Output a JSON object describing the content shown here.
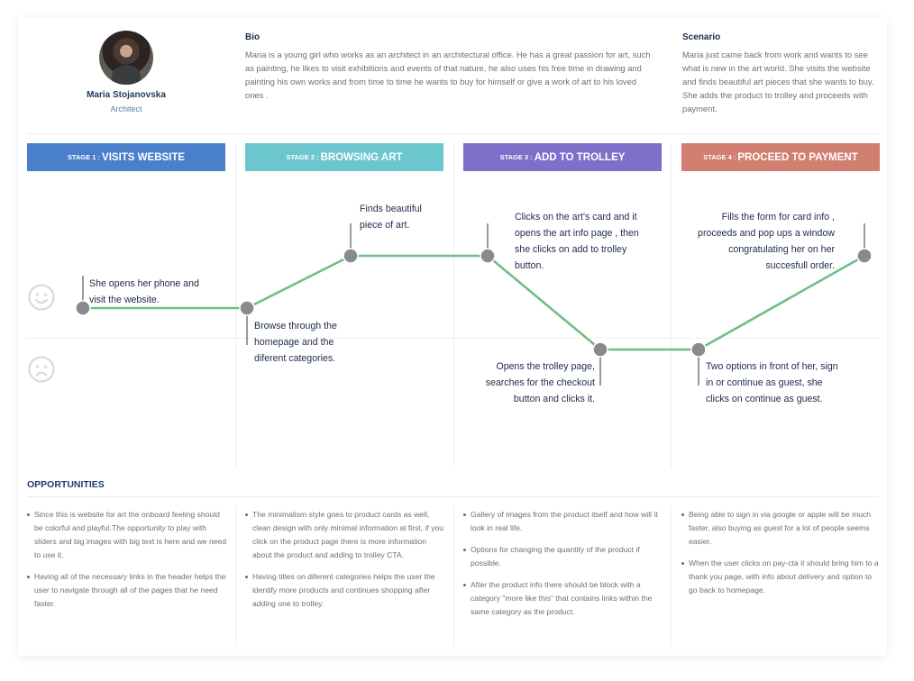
{
  "persona": {
    "name": "Maria Stojanovska",
    "role": "Architect"
  },
  "bio": {
    "heading": "Bio",
    "text": "Maria is a young girl who works as an architect in an architectural office. He has a great passion for art, such as painting, he likes to visit exhibitions and events of that nature, he also uses his free time in drawing and painting his own works and from time to time he wants to buy for himself or give a work of art to his loved ones ."
  },
  "scenario": {
    "heading": "Scenario",
    "text": "Maria just came back from work and wants to see what is new in the art world. She visits the website and finds beautiful art pieces that she wants to buy. She adds the product to trolley and proceeds with payment."
  },
  "stages": [
    {
      "prefix": "STAGE 1 :",
      "title": "VISITS WEBSITE",
      "color": "#4a7fcb"
    },
    {
      "prefix": "STAGE 2 :",
      "title": "BROWSING ART",
      "color": "#6cc6cd"
    },
    {
      "prefix": "STAGE 3 :",
      "title": "ADD TO TROLLEY",
      "color": "#7e6fcb"
    },
    {
      "prefix": "STAGE 4 :",
      "title": "PROCEED TO PAYMENT",
      "color": "#d17f70"
    }
  ],
  "journey_steps": [
    {
      "text": "She opens her phone and visit the website.",
      "level": "positive-low"
    },
    {
      "text": "Browse through the homepage and the diferent categories.",
      "level": "positive-low"
    },
    {
      "text": "Finds beautiful piece of art.",
      "level": "positive-high"
    },
    {
      "text": "Clicks on the art's card and it opens the art info page , then she clicks on add to trolley button.",
      "level": "positive-high"
    },
    {
      "text": "Opens the trolley page, searches for the checkout button and clicks it.",
      "level": "negative"
    },
    {
      "text": "Two options in front of her, sign in or continue as guest, she clicks on continue as guest.",
      "level": "negative"
    },
    {
      "text": "Fills the form for card info , proceeds and pop ups a window congratulating her on her succesfull order.",
      "level": "positive-high"
    }
  ],
  "opportunities": {
    "heading": "OPPORTUNITIES",
    "columns": [
      [
        "Since this is website for art the onboard feeling should be colorful and playful.The opportunity to play with sliders and big images with big text is here and we need to use it.",
        "Having all of the necessary links in the header helps the user to navigate through all of the pages that he need faster."
      ],
      [
        "The minimalism style goes to product cards as well, clean design with only minimal information at first, if you click on the product page there is more information about the product and adding to trolley CTA.",
        "Having titles on diferent categories helps the user the identify more products and continues shopping after adding one to trolley."
      ],
      [
        "Gallery of images from the product itself and how will it look in real life.",
        "Options for changing the quantity of the product if possible.",
        "After the product info there should be block with a category \"more like this\" that contains links within the same category as the product."
      ],
      [
        "Being able to sign in via google or apple will be much faster, also buying as guest for a lot of people seems easier.",
        "When the user clicks on pay-cta it should bring him to a thank you page, with info about delivery and option to go back to homepage."
      ]
    ]
  },
  "colors": {
    "journey_line": "#6dbf85",
    "node": "#8a8a8e"
  }
}
